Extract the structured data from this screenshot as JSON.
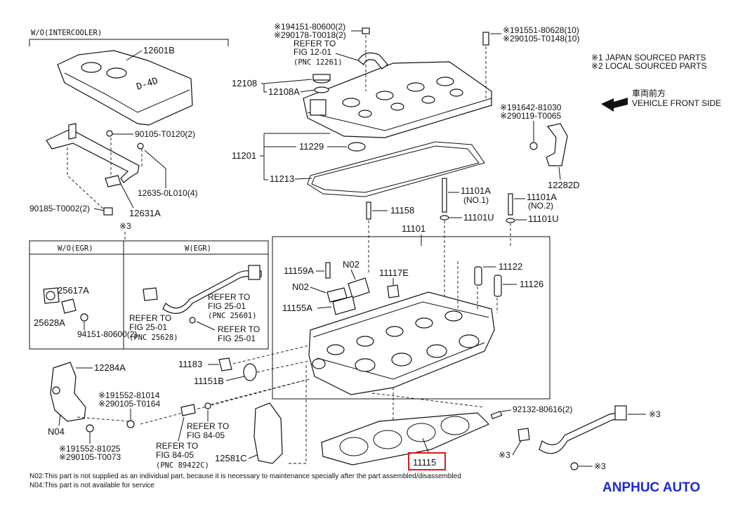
{
  "sections": {
    "wo_intercooler": "W/O(INTERCOOLER)",
    "wo_egr": "W/O(EGR)",
    "w_egr": "W(EGR)"
  },
  "legend": {
    "japan": "※1 JAPAN SOURCED PARTS",
    "local": "※2 LOCAL SOURCED PARTS",
    "front_jp": "車両前方",
    "front_en": "VEHICLE FRONT SIDE"
  },
  "parts": {
    "p12601B": "12601B",
    "p90105_T0120": "90105-T0120(2)",
    "p12635": "12635-0L010(4)",
    "p90185": "90185-T0002(2)",
    "p12631A": "12631A",
    "x3a": "※3",
    "p194151": "※194151-80600(2)",
    "p290178": "※290178-T0018(2)",
    "refer_12": "REFER TO",
    "fig_12": "FIG 12-01",
    "pnc_12261": "(PNC 12261)",
    "p12108": "12108",
    "p12108A": "12108A",
    "p191551": "※191551-80628(10)",
    "p290105_T0148": "※290105-T0148(10)",
    "p11229": "11229",
    "p11201": "11201",
    "p11213": "11213",
    "p191642": "※191642-81030",
    "p290119": "※290119-T0065",
    "p12282D": "12282D",
    "p11101A_1": "11101A",
    "no1": "(NO.1)",
    "p11101A_2": "11101A",
    "no2": "(NO.2)",
    "p11158": "11158",
    "p11101U_1": "11101U",
    "p11101U_2": "11101U",
    "p11101": "11101",
    "p25617A": "25617A",
    "p25628A": "25628A",
    "p94151": "94151-80600(2)",
    "egr_refer1": "REFER TO",
    "egr_fig1": "FIG 25-01",
    "egr_pnc1": "(PNC 25601)",
    "egr_refer2": "REFER TO",
    "egr_fig2": "FIG 25-01",
    "egr_pnc2": "(PNC 25628)",
    "egr_refer3": "REFER TO",
    "egr_fig3": "FIG 25-01",
    "p11159A": "11159A",
    "n02a": "N02",
    "p11117E": "11117E",
    "n02b": "N02",
    "p11155A": "11155A",
    "p11122": "11122",
    "p11126": "11126",
    "p11183": "11183",
    "p11151B": "11151B",
    "p12284A": "12284A",
    "p191552_81014": "※191552-81014",
    "p290105_T0164": "※290105-T0164",
    "n04": "N04",
    "p191552_81025": "※191552-81025",
    "p290105_T0073": "※290105-T0073",
    "refer84a": "REFER TO",
    "fig84a": "FIG 84-05",
    "refer84b": "REFER TO",
    "fig84b": "FIG 84-05",
    "pnc89422": "(PNC 89422C)",
    "p12581C": "12581C",
    "p11115": "11115",
    "p92132": "92132-80616(2)",
    "x3b": "※3",
    "x3c": "※3",
    "x3d": "※3"
  },
  "notes": {
    "n02": "N02:This part is not supplied as an individual part, because it is necessary to maintenance specially after the part assembled/disassembled",
    "n04": "N04:This part is not available for service"
  },
  "watermark": "ANPHUC AUTO",
  "colors": {
    "highlight": "#e0191b",
    "watermark": "#1f2bd0"
  }
}
